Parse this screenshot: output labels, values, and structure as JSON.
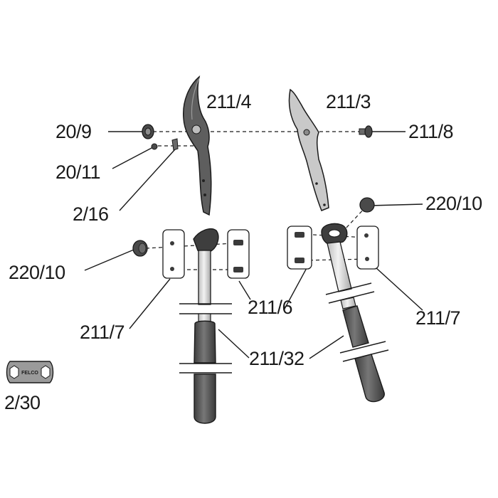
{
  "labels": {
    "blade_211_4": "211/4",
    "blade_211_3": "211/3",
    "nut_20_9": "20/9",
    "bolt_211_8": "211/8",
    "screw_20_11": "20/11",
    "spring_2_16": "2/16",
    "bumper_220_10_right": "220/10",
    "bumper_220_10_left": "220/10",
    "screws_211_7_left": "211/7",
    "screws_211_6": "211/6",
    "screws_211_7_right": "211/7",
    "handle_211_32": "211/32",
    "wrench_2_30": "2/30"
  },
  "wrench_logo_text": "FELCO",
  "colors": {
    "outline": "#1a1a1a",
    "blade_dark": "#5e5e5e",
    "blade_light": "#c9c9c9",
    "grip": "#565656",
    "tube": "#d9d9d9"
  }
}
